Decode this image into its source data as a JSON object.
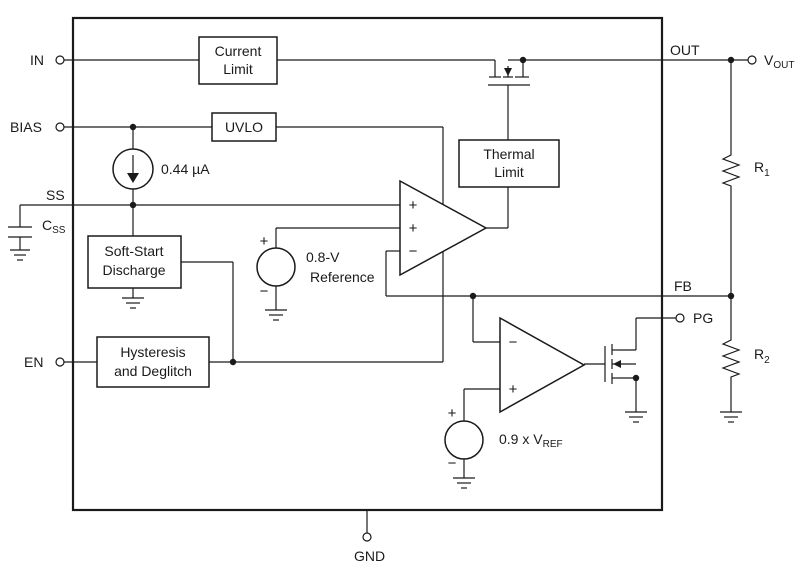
{
  "pins": {
    "in": "IN",
    "bias": "BIAS",
    "ss": "SS",
    "en": "EN",
    "gnd": "GND",
    "out": "OUT",
    "vout_main": "V",
    "vout_sub": "OUT",
    "fb": "FB",
    "pg": "PG"
  },
  "blocks": {
    "current_limit": [
      "Current",
      "Limit"
    ],
    "uvlo": "UVLO",
    "thermal_limit": [
      "Thermal",
      "Limit"
    ],
    "soft_start": [
      "Soft-Start",
      "Discharge"
    ],
    "hysteresis": [
      "Hysteresis",
      "and Deglitch"
    ]
  },
  "sources": {
    "current_source": "0.44 µA",
    "reference": [
      "0.8-V",
      "Reference"
    ],
    "vref_main": "0.9 x V",
    "vref_sub": "REF"
  },
  "components": {
    "css_main": "C",
    "css_sub": "SS",
    "r1_main": "R",
    "r1_sub": "1",
    "r2_main": "R",
    "r2_sub": "2"
  },
  "signs": {
    "plus": "+",
    "minus": "−"
  },
  "colors": {
    "line": "#1a1a1a",
    "background": "#ffffff"
  }
}
